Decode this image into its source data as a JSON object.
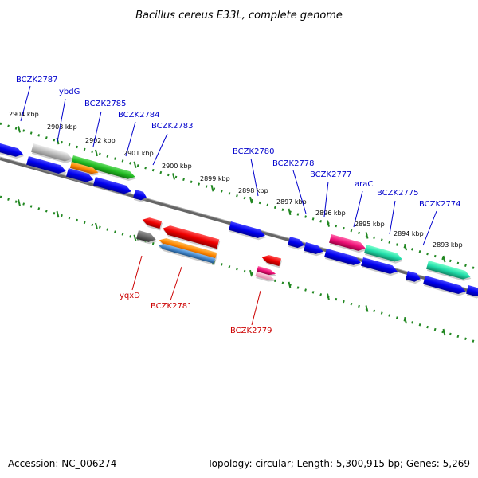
{
  "title": "Bacillus cereus E33L, complete genome",
  "accession": "Accession: NC_006274",
  "summary": "Topology: circular; Length: 5,300,915 bp; Genes: 5,269",
  "colors": {
    "forward_label": "#0000cc",
    "reverse_label": "#cc0000",
    "backbone": "#777777",
    "tick": "#228822",
    "blue": "#0000ee",
    "red": "#ee0000",
    "green": "#22bb22",
    "orange": "#ff8800",
    "gray": "#bbbbbb",
    "dark_gray": "#666666",
    "magenta": "#ee1177",
    "teal": "#22ddaa",
    "steel": "#4488cc"
  },
  "kbp_ticks": [
    "2904 kbp",
    "2903 kbp",
    "2902 kbp",
    "2901 kbp",
    "2900 kbp",
    "2899 kbp",
    "2898 kbp",
    "2897 kbp",
    "2896 kbp",
    "2895 kbp",
    "2894 kbp",
    "2893 kbp"
  ],
  "forward_labels": [
    "BCZK2787",
    "ybdG",
    "BCZK2785",
    "BCZK2784",
    "BCZK2783",
    "BCZK2780",
    "BCZK2778",
    "BCZK2777",
    "araC",
    "BCZK2775",
    "BCZK2774"
  ],
  "reverse_labels": [
    "yqxD",
    "BCZK2781",
    "BCZK2779"
  ]
}
